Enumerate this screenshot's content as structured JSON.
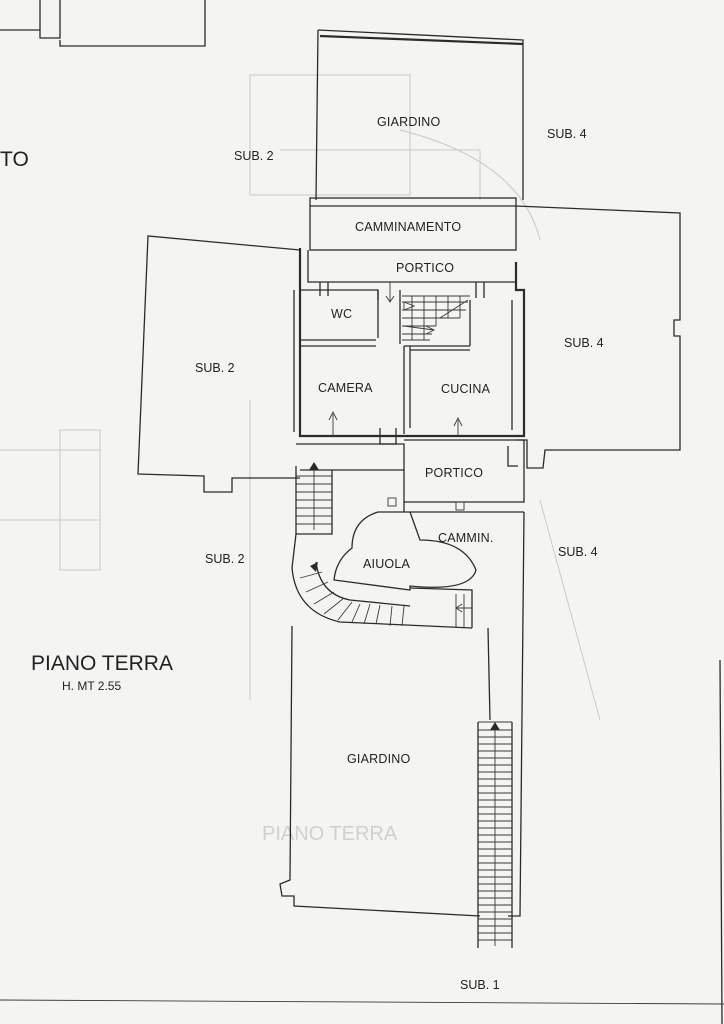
{
  "drawing": {
    "title": "PIANO TERRA",
    "height_note": "H. MT 2.55",
    "edge_fragment": "TO",
    "rooms": {
      "giardino_top": "GIARDINO",
      "camminamento": "CAMMINAMENTO",
      "portico_top": "PORTICO",
      "wc": "WC",
      "camera": "CAMERA",
      "cucina": "CUCINA",
      "portico_bottom": "PORTICO",
      "cammin": "CAMMIN.",
      "aiuola": "AIUOLA",
      "giardino_bottom": "GIARDINO"
    },
    "subunits": {
      "sub2_top": "SUB. 2",
      "sub4_top": "SUB. 4",
      "sub2_mid": "SUB. 2",
      "sub4_mid": "SUB. 4",
      "sub2_low": "SUB. 2",
      "sub4_low": "SUB. 4",
      "sub1": "SUB. 1"
    }
  },
  "colors": {
    "paper": "#f4f4f2",
    "ink": "#2b2b2b",
    "ghost": "#c9c9c9"
  }
}
